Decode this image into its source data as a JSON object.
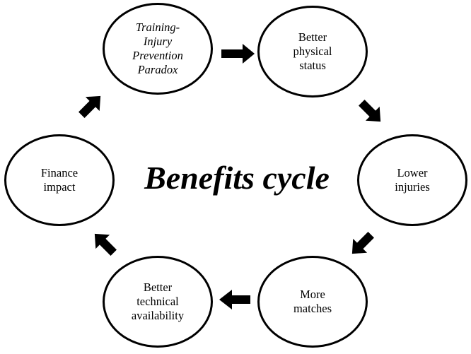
{
  "diagram": {
    "type": "cycle",
    "center_title": "Benefits cycle",
    "nodes": [
      {
        "id": "training-injury-prevention-paradox",
        "label": "Training-\nInjury\nPrevention\nParadox",
        "italic": true
      },
      {
        "id": "better-physical-status",
        "label": "Better\nphysical\nstatus",
        "italic": false
      },
      {
        "id": "lower-injuries",
        "label": "Lower\ninjuries",
        "italic": false
      },
      {
        "id": "more-matches",
        "label": "More\nmatches",
        "italic": false
      },
      {
        "id": "better-technical-availability",
        "label": "Better\ntechnical\navailability",
        "italic": false
      },
      {
        "id": "finance-impact",
        "label": "Finance\nimpact",
        "italic": false
      }
    ],
    "edges": [
      {
        "from": "training-injury-prevention-paradox",
        "to": "better-physical-status"
      },
      {
        "from": "better-physical-status",
        "to": "lower-injuries"
      },
      {
        "from": "lower-injuries",
        "to": "more-matches"
      },
      {
        "from": "more-matches",
        "to": "better-technical-availability"
      },
      {
        "from": "better-technical-availability",
        "to": "finance-impact"
      },
      {
        "from": "finance-impact",
        "to": "training-injury-prevention-paradox"
      }
    ],
    "colors": {
      "stroke": "#000000",
      "fill": "#ffffff",
      "arrow": "#000000"
    }
  }
}
